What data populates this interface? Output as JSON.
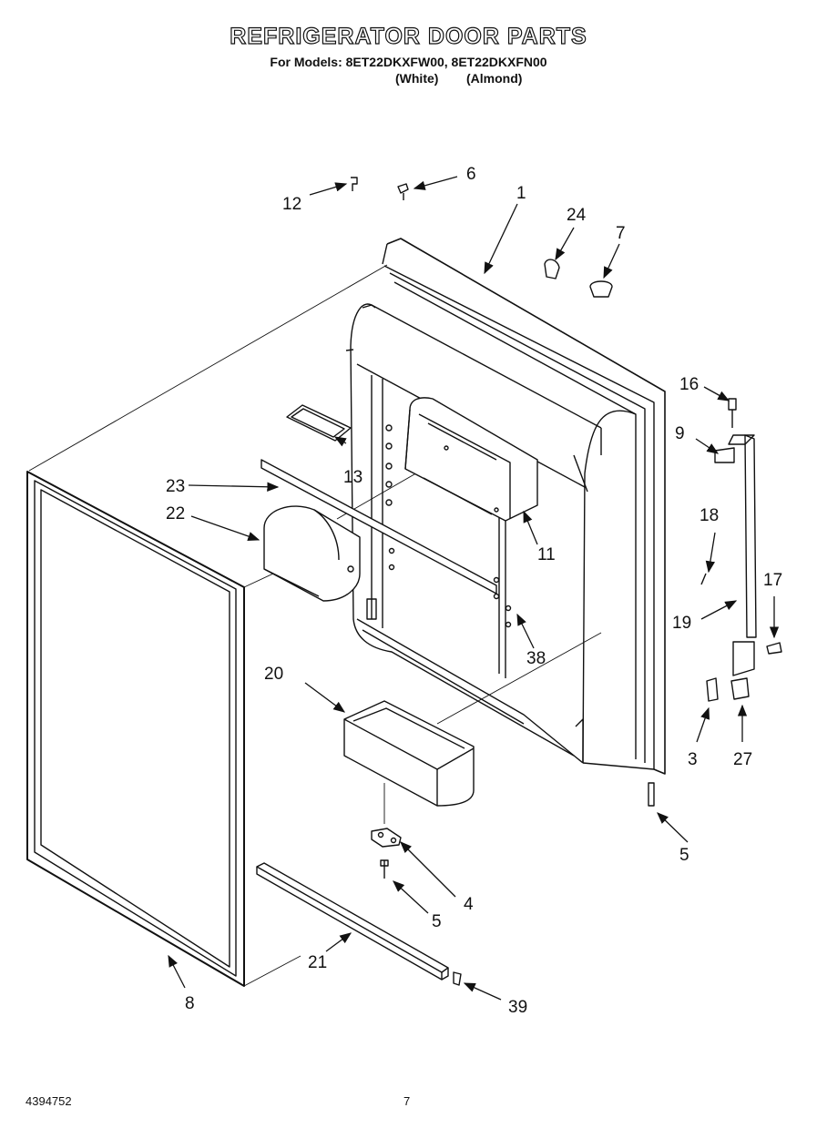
{
  "header": {
    "title": "REFRIGERATOR DOOR PARTS",
    "models_line": "For Models: 8ET22DKXFW00, 8ET22DKXFN00",
    "variant_white": "(White)",
    "variant_almond": "(Almond)"
  },
  "callouts": [
    {
      "id": "c1",
      "label": "1"
    },
    {
      "id": "c3",
      "label": "3"
    },
    {
      "id": "c4",
      "label": "4"
    },
    {
      "id": "c5a",
      "label": "5"
    },
    {
      "id": "c5b",
      "label": "5"
    },
    {
      "id": "c6",
      "label": "6"
    },
    {
      "id": "c7",
      "label": "7"
    },
    {
      "id": "c8",
      "label": "8"
    },
    {
      "id": "c9",
      "label": "9"
    },
    {
      "id": "c11",
      "label": "11"
    },
    {
      "id": "c12",
      "label": "12"
    },
    {
      "id": "c13",
      "label": "13"
    },
    {
      "id": "c16",
      "label": "16"
    },
    {
      "id": "c17",
      "label": "17"
    },
    {
      "id": "c18",
      "label": "18"
    },
    {
      "id": "c19",
      "label": "19"
    },
    {
      "id": "c20",
      "label": "20"
    },
    {
      "id": "c21",
      "label": "21"
    },
    {
      "id": "c22",
      "label": "22"
    },
    {
      "id": "c23",
      "label": "23"
    },
    {
      "id": "c24",
      "label": "24"
    },
    {
      "id": "c27",
      "label": "27"
    },
    {
      "id": "c38",
      "label": "38"
    },
    {
      "id": "c39",
      "label": "39"
    }
  ],
  "footer": {
    "document_number": "4394752",
    "page_number": "7"
  }
}
